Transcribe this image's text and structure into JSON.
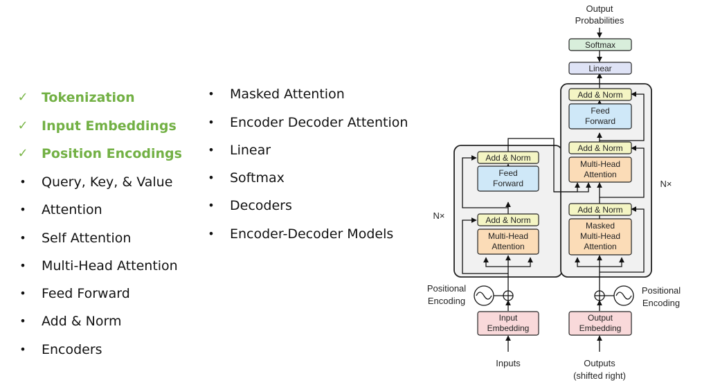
{
  "topics": {
    "done": [
      {
        "mark": "✓",
        "label": "Tokenization"
      },
      {
        "mark": "✓",
        "label": "Input Embeddings"
      },
      {
        "mark": "✓",
        "label": "Position Encodings"
      }
    ],
    "left": [
      {
        "mark": "•",
        "label": "Query, Key, & Value"
      },
      {
        "mark": "•",
        "label": "Attention"
      },
      {
        "mark": "•",
        "label": "Self Attention"
      },
      {
        "mark": "•",
        "label": "Multi-Head Attention"
      },
      {
        "mark": "•",
        "label": "Feed Forward"
      },
      {
        "mark": "•",
        "label": "Add & Norm"
      },
      {
        "mark": "•",
        "label": "Encoders"
      }
    ],
    "right": [
      {
        "mark": "•",
        "label": "Masked Attention"
      },
      {
        "mark": "•",
        "label": "Encoder Decoder Attention"
      },
      {
        "mark": "•",
        "label": "Linear"
      },
      {
        "mark": "•",
        "label": "Softmax"
      },
      {
        "mark": "•",
        "label": "Decoders"
      },
      {
        "mark": "•",
        "label": "Encoder-Decoder Models"
      }
    ]
  },
  "diagram": {
    "output_probabilities": [
      "Output",
      "Probabilities"
    ],
    "softmax": "Softmax",
    "linear": "Linear",
    "add_norm": "Add & Norm",
    "feed_forward": [
      "Feed",
      "Forward"
    ],
    "multi_head_attention": [
      "Multi-Head",
      "Attention"
    ],
    "masked_multi_head_attention": [
      "Masked",
      "Multi-Head",
      "Attention"
    ],
    "nx": "N×",
    "positional_encoding": [
      "Positional",
      "Encoding"
    ],
    "input_embedding": [
      "Input",
      "Embedding"
    ],
    "output_embedding": [
      "Output",
      "Embedding"
    ],
    "inputs": "Inputs",
    "outputs": [
      "Outputs",
      "(shifted right)"
    ],
    "colors": {
      "add_norm": "#f4f5c4",
      "feed_forward": "#cfe8f8",
      "attention": "#fbdcb7",
      "embedding": "#f9d9da",
      "linear": "#dfe3f6",
      "softmax": "#d8eedb",
      "stack_bg": "#f1f1f1"
    }
  }
}
